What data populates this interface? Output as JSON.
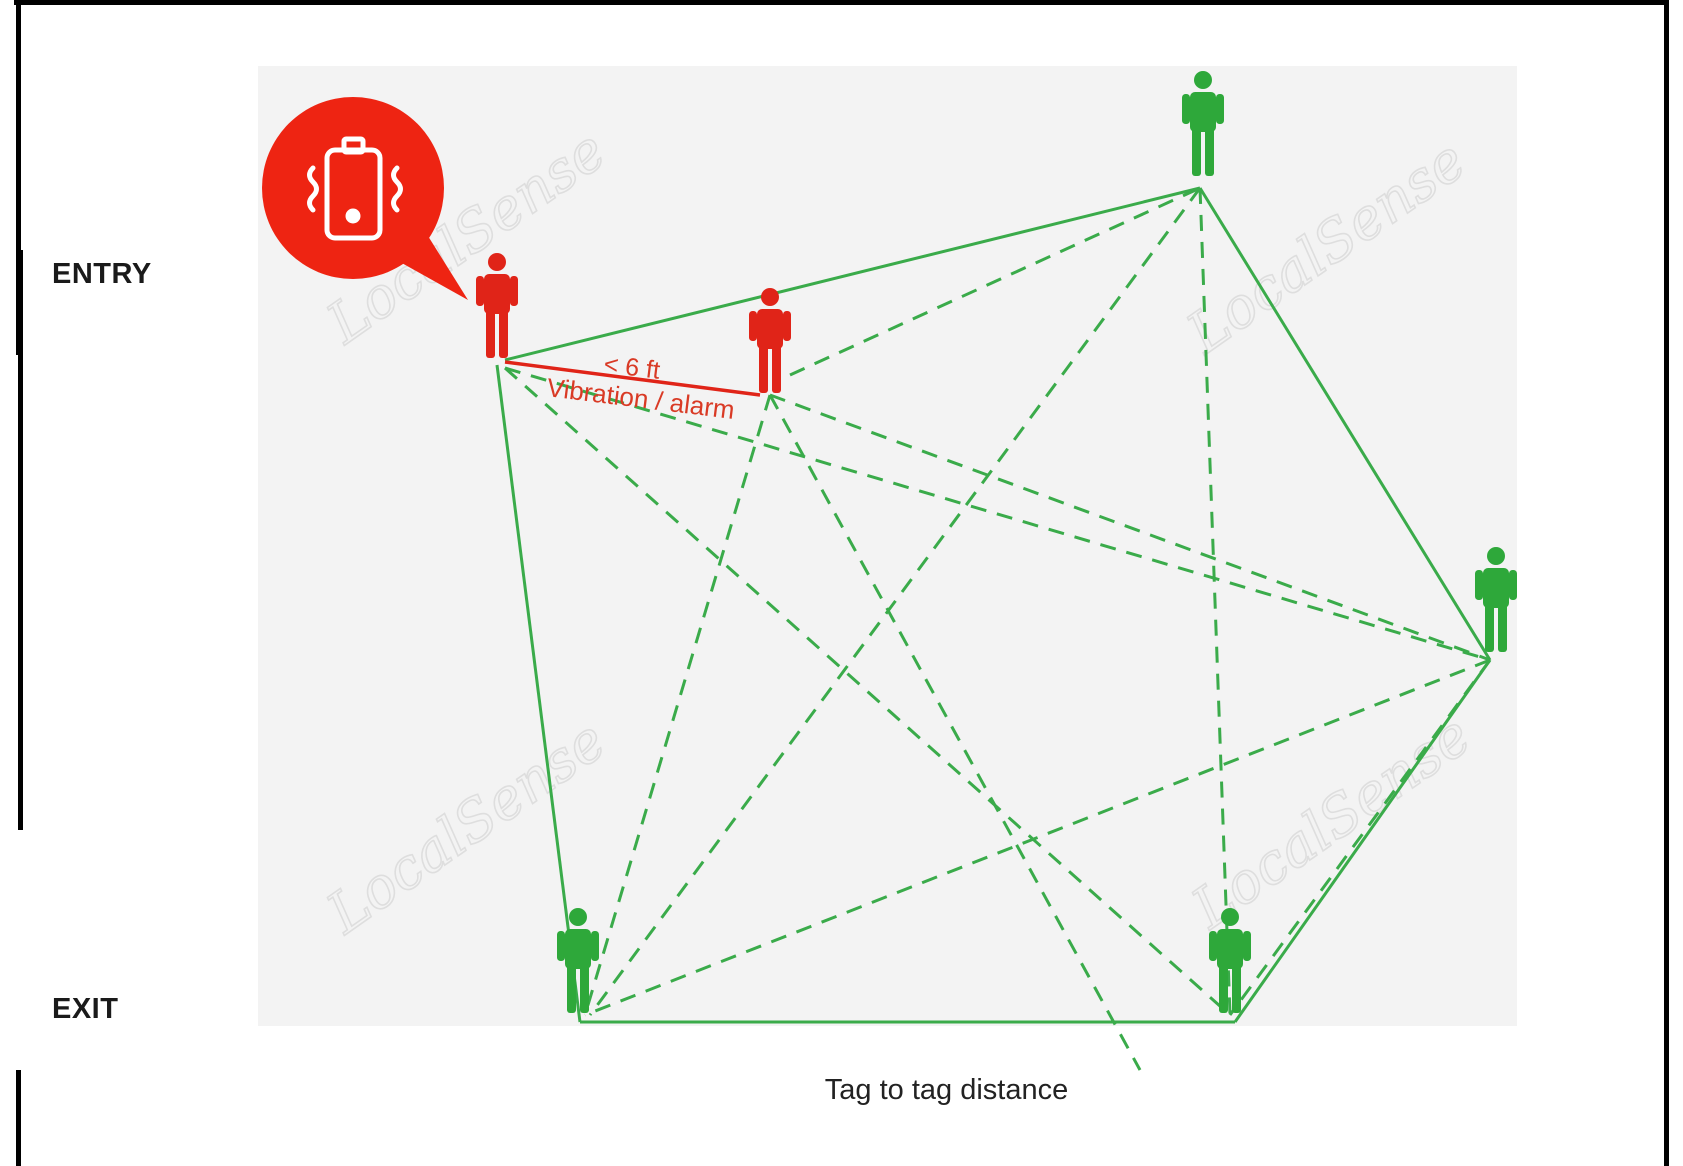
{
  "labels": {
    "entry": "ENTRY",
    "exit": "EXIT",
    "distance_limit": "< 6 ft",
    "alert": "Vibration / alarm",
    "caption": "Tag to tag distance",
    "watermark": "LocalSense"
  },
  "alert_icon": "vibrating-phone-icon",
  "colors": {
    "green": "#3aab4a",
    "person_green": "#2ea83a",
    "red": "#e02418",
    "bubble_red": "#ee2412",
    "background_panel": "#f3f3f3",
    "watermark": "#dcdcdc"
  },
  "people": [
    {
      "id": "person-1",
      "color": "red",
      "status": "alert"
    },
    {
      "id": "person-2",
      "color": "red",
      "status": "alert"
    },
    {
      "id": "person-3",
      "color": "green",
      "status": "ok"
    },
    {
      "id": "person-4",
      "color": "green",
      "status": "ok"
    },
    {
      "id": "person-5",
      "color": "green",
      "status": "ok"
    },
    {
      "id": "person-6",
      "color": "green",
      "status": "ok"
    }
  ]
}
